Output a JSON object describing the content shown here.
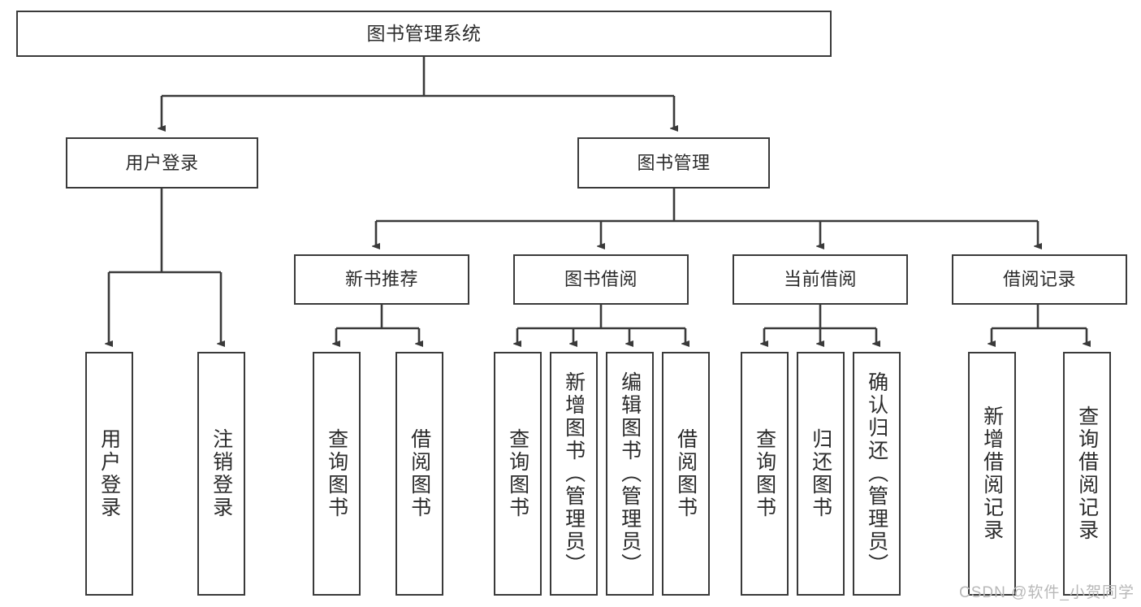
{
  "diagram": {
    "title": "图书管理系统",
    "type": "tree-hierarchy-diagram",
    "watermark": "CSDN @软件_小贺同学",
    "colors": {
      "box_border": "#3a3a3a",
      "edge": "#3a3a3a",
      "background": "#ffffff",
      "text": "#2b2b2b",
      "watermark": "#b8b8b8"
    },
    "root": {
      "label": "图书管理系统"
    },
    "level2": [
      {
        "label": "用户登录"
      },
      {
        "label": "图书管理"
      }
    ],
    "level3": [
      {
        "label": "新书推荐"
      },
      {
        "label": "图书借阅"
      },
      {
        "label": "当前借阅"
      },
      {
        "label": "借阅记录"
      }
    ],
    "leaves": {
      "user_login": [
        {
          "label": "用户登录"
        },
        {
          "label": "注销登录"
        }
      ],
      "new_book_recommend": [
        {
          "label": "查询图书"
        },
        {
          "label": "借阅图书"
        }
      ],
      "book_borrow": [
        {
          "label": "查询图书"
        },
        {
          "label": "新增图书（管理员）"
        },
        {
          "label": "编辑图书（管理员）"
        },
        {
          "label": "借阅图书"
        }
      ],
      "current_borrow": [
        {
          "label": "查询图书"
        },
        {
          "label": "归还图书"
        },
        {
          "label": "确认归还（管理员）"
        }
      ],
      "borrow_record": [
        {
          "label": "新增借阅记录"
        },
        {
          "label": "查询借阅记录"
        }
      ]
    }
  }
}
